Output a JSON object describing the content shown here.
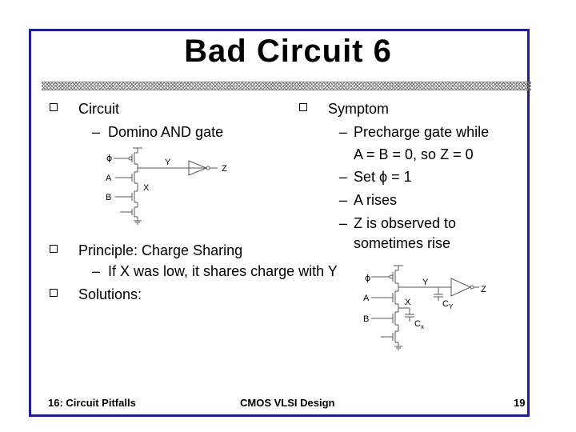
{
  "slide": {
    "title": "Bad Circuit 6",
    "left": {
      "heading": "Circuit",
      "sub": "Domino AND gate"
    },
    "right": {
      "heading": "Symptom",
      "items": [
        [
          "Precharge gate while",
          "A = B = 0, so Z = 0"
        ],
        [
          "Set ϕ = 1"
        ],
        [
          "A rises"
        ],
        [
          "Z is observed to",
          "sometimes rise"
        ]
      ]
    },
    "principle": {
      "heading": "Principle: Charge Sharing",
      "sub": "If X was low, it shares charge with Y"
    },
    "solutions": {
      "heading": "Solutions:"
    },
    "circuit_small": {
      "phi": "ϕ",
      "y": "Y",
      "z": "Z",
      "a": "A",
      "b": "B",
      "x": "X"
    },
    "circuit_large": {
      "phi": "ϕ",
      "y": "Y",
      "z": "Z",
      "a": "A",
      "b": "B",
      "x": "X",
      "cy": "C",
      "cy_sub": "Y",
      "cx": "C",
      "cx_sub": "x"
    },
    "footer": {
      "left": "16: Circuit Pitfalls",
      "center": "CMOS VLSI Design",
      "page": "19"
    },
    "colors": {
      "frame": "#1c1ca8",
      "text": "#000000"
    }
  }
}
